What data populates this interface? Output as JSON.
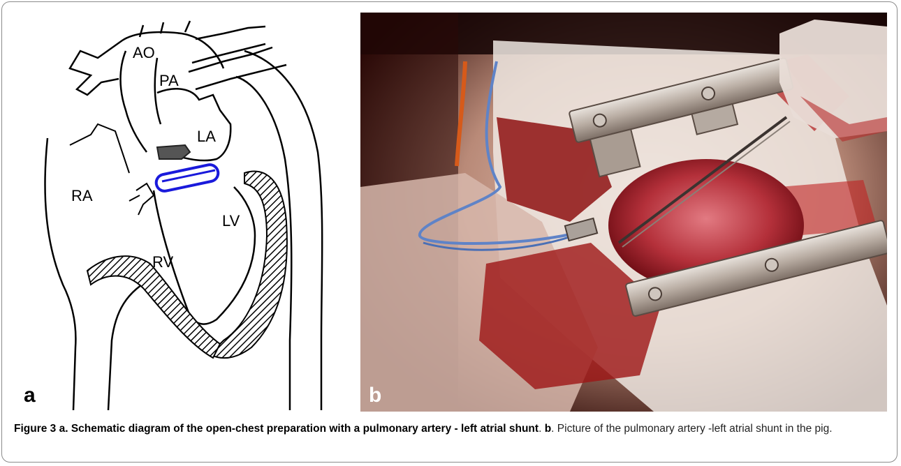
{
  "figure": {
    "panel_a": {
      "letter": "a",
      "labels": {
        "ao": "AO",
        "pa": "PA",
        "la": "LA",
        "ra": "RA",
        "lv": "LV",
        "rv": "RV"
      },
      "shunt_color": "#1a1adb"
    },
    "panel_b": {
      "letter": "b"
    },
    "caption": {
      "figure_label": "Figure 3",
      "a_letter": "a",
      "a_text": ". Schematic diagram of the open-chest preparation with a pulmonary artery - left atrial shunt",
      "sep": ". ",
      "b_letter": "b",
      "b_text": ". Picture of the pulmonary artery -left atrial shunt in the pig."
    }
  }
}
